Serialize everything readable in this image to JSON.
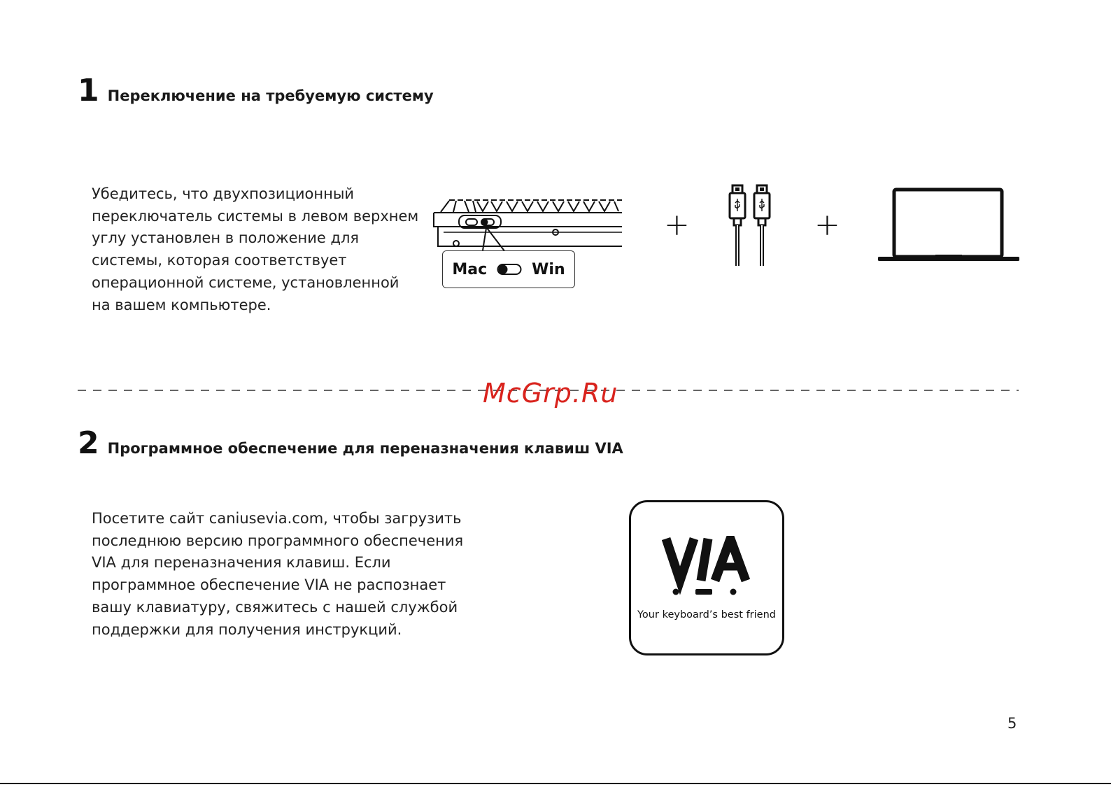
{
  "section1": {
    "number": "1",
    "title": "Переключение на требуемую систему",
    "body_lines": [
      "Убедитесь, что двухпозиционный",
      "переключатель системы в левом верхнем",
      "углу установлен в положение для",
      "системы, которая соответствует",
      "операционной системе, установленной",
      "на вашем компьютере."
    ],
    "switch_left_label": "Mac",
    "switch_right_label": "Win",
    "plus_sign": "+"
  },
  "watermark": "McGrp.Ru",
  "section2": {
    "number": "2",
    "title": "Программное обеспечение для переназначения клавиш VIA",
    "body_lines": [
      "Посетите сайт caniusevia.com, чтобы загрузить",
      "последнюю версию программного обеспечения",
      "VIA для переназначения клавиш. Если",
      "программное обеспечение VIA не распознает",
      "вашу клавиатуру, свяжитесь с нашей службой",
      "поддержки для получения инструкций."
    ],
    "via_logo_text": "VIA",
    "via_tagline": "Your keyboard’s best friend"
  },
  "page_number": "5",
  "icons": {
    "keyboard": "keyboard-side-illustration",
    "cable": "usb-c-cable-icon",
    "laptop": "laptop-icon",
    "via": "via-logo"
  },
  "colors": {
    "ink": "#111111",
    "watermark": "#d9231d"
  }
}
